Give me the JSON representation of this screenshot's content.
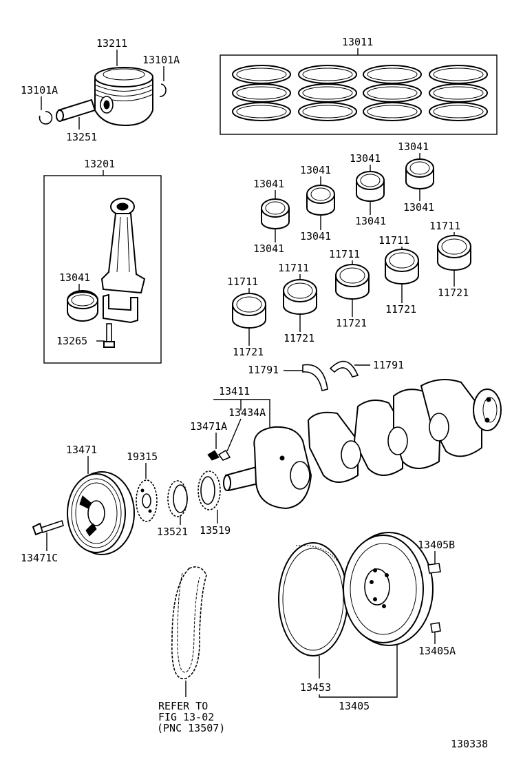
{
  "diagram_id": "130338",
  "labels": {
    "piston": "13211",
    "snap_ring_right": "13101A",
    "snap_ring_left": "13101A",
    "piston_pin": "13251",
    "ring_set": "13011",
    "conrod_assy": "13201",
    "conrod_bearing_inset": "13041",
    "conrod_bolt": "13265",
    "bearing_1_top": "13041",
    "bearing_1_bottom": "13041",
    "bearing_2_top": "13041",
    "bearing_2_bottom": "13041",
    "bearing_3_top": "13041",
    "bearing_3_bottom": "13041",
    "bearing_4_top": "13041",
    "bearing_4_bottom": "13041",
    "main_1_top": "11711",
    "main_1_bottom": "11721",
    "main_2_top": "11711",
    "main_2_bottom": "11721",
    "main_3_top": "11711",
    "main_3_bottom": "11721",
    "main_4_top": "11711",
    "main_4_bottom": "11721",
    "main_5_top": "11711",
    "main_5_bottom": "11721",
    "thrust_left": "11791",
    "thrust_right": "11791",
    "crankshaft": "13411",
    "crank_plug": "13434A",
    "crank_key": "13471A",
    "pulley": "13471",
    "pulley_bolt": "13471C",
    "plate": "19315",
    "gear_small": "13521",
    "sprocket": "13519",
    "flywheel_bolt": "13405B",
    "flywheel_pin": "13405A",
    "ring_gear": "13453",
    "flywheel": "13405"
  },
  "refer_note": [
    "REFER TO",
    "FIG 13-02",
    "(PNC 13507)"
  ]
}
